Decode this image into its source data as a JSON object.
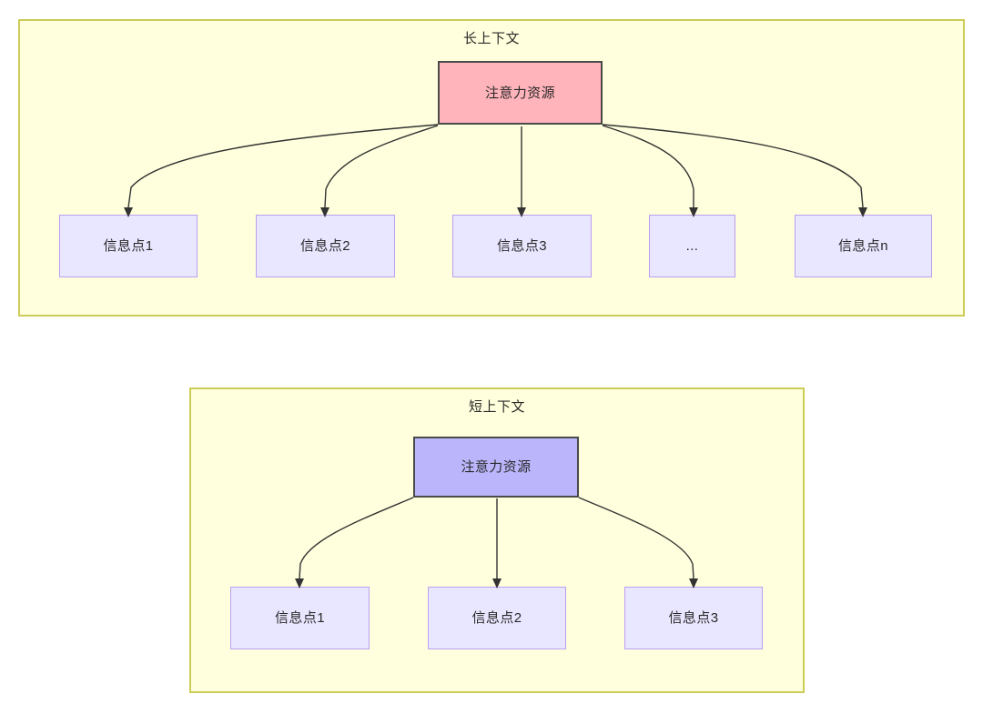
{
  "diagram": {
    "type": "flow-diagram",
    "background": "#ffffff",
    "colors": {
      "group_fill": "#ffffdd",
      "group_border": "#cccc58",
      "attention_long_fill": "#ffb3ba",
      "attention_short_fill": "#bbb5fb",
      "attention_border": "#4a4a4a",
      "info_fill": "#e9e6ff",
      "info_border": "#bb9ff0",
      "edge_stroke": "#333333",
      "text": "#2a2a2a"
    },
    "groups": [
      {
        "id": "long-context",
        "title": "长上下文",
        "root": {
          "label": "注意力资源",
          "style": "attention-red"
        },
        "children": [
          {
            "label": "信息点1"
          },
          {
            "label": "信息点2"
          },
          {
            "label": "信息点3"
          },
          {
            "label": "..."
          },
          {
            "label": "信息点n"
          }
        ]
      },
      {
        "id": "short-context",
        "title": "短上下文",
        "root": {
          "label": "注意力资源",
          "style": "attention-purple"
        },
        "children": [
          {
            "label": "信息点1"
          },
          {
            "label": "信息点2"
          },
          {
            "label": "信息点3"
          }
        ]
      }
    ]
  }
}
